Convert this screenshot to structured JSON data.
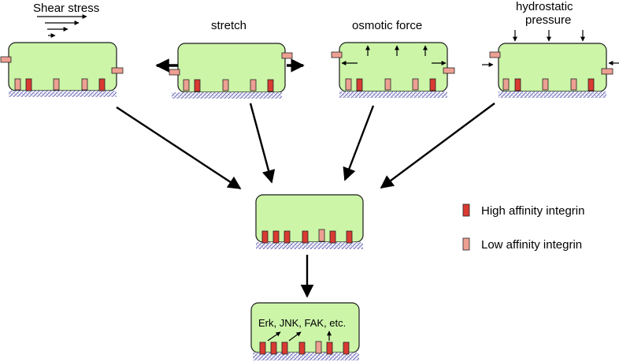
{
  "stimuli": {
    "shear": "Shear stress",
    "stretch": "stretch",
    "osmotic": "osmotic force",
    "hydrostatic_line1": "hydrostatic",
    "hydrostatic_line2": "pressure"
  },
  "legend": {
    "high": "High affinity integrin",
    "low": "Low affinity integrin"
  },
  "signaling_label": "Erk, JNK, FAK, etc.",
  "colors": {
    "cell_fill": "#ccf5a8",
    "high_affinity_integrin": "#d93a32",
    "low_affinity_integrin": "#eda092",
    "substrate": "#6a6ab8"
  }
}
